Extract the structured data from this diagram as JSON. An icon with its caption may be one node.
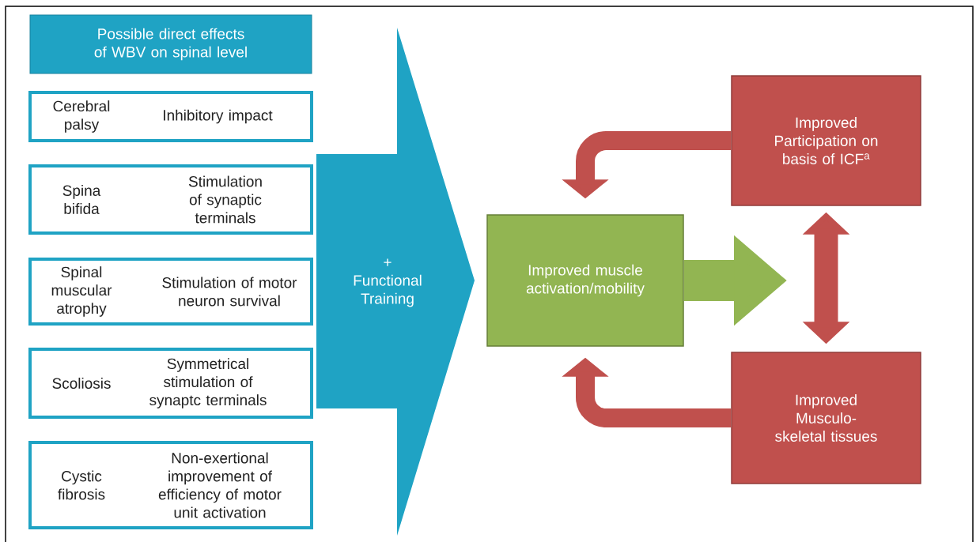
{
  "diagram": {
    "nodes": [
      {
        "text": [
          "Possible direct effects of WBV on spinal level"
        ]
      },
      {
        "text": [
          "Cerebral palsy",
          "Inhibitory impact"
        ]
      },
      {
        "text": [
          "Spina bifida",
          "Stimulation of synaptic terminals"
        ]
      },
      {
        "text": [
          "Spinal muscular atrophy",
          "Stimulation of motor neuron survival"
        ]
      },
      {
        "text": [
          "Scoliosis",
          "Symmetrical stimulation of synaptc terminals"
        ]
      },
      {
        "text": [
          "Cystic fibrosis",
          "Non-exertional improvement of efficiency of motor unit activation"
        ]
      },
      {
        "text": [
          "+ Functional Training"
        ]
      },
      {
        "text": [
          "Improved muscle activation/mobility"
        ]
      },
      {
        "text": [
          "Improved Participation on basis of ICF$^{a}$"
        ]
      },
      {
        "text": [
          "Improved Musculo-skeletal tissues"
        ]
      }
    ],
    "edges": [
      {
        "from": 7,
        "to": null,
        "arrow": "to",
        "style": "thick",
        "color": "#92b552"
      },
      {
        "from": 8,
        "to": 9,
        "arrow": "both"
      },
      {
        "from": 8,
        "to": 7,
        "arrow": "to"
      },
      {
        "from": 9,
        "to": 7,
        "arrow": "to"
      }
    ]
  }
}
